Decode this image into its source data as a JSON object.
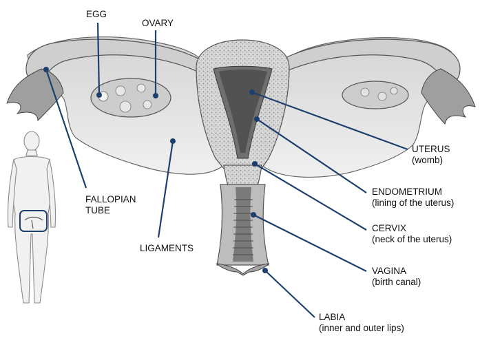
{
  "labels": {
    "egg": "EGG",
    "ovary": "OVARY",
    "uterus": {
      "name": "UTERUS",
      "desc": "(womb)"
    },
    "endometrium": {
      "name": "ENDOMETRIUM",
      "desc": "(lining of the uterus)"
    },
    "cervix": {
      "name": "CERVIX",
      "desc": "(neck of the uterus)"
    },
    "vagina": {
      "name": "VAGINA",
      "desc": "(birth canal)"
    },
    "labia": {
      "name": "LABIA",
      "desc": "(inner and outer lips)"
    },
    "fallopian_tube": {
      "line1": "FALLOPIAN",
      "line2": "TUBE"
    },
    "ligaments": "LIGAMENTS"
  },
  "colors": {
    "leader_line": "#1d3f6e",
    "tissue_light": "#e4e4e4",
    "tissue_mid": "#c9c9c9",
    "tissue_dark": "#6f6f6f",
    "outline": "#555555"
  }
}
